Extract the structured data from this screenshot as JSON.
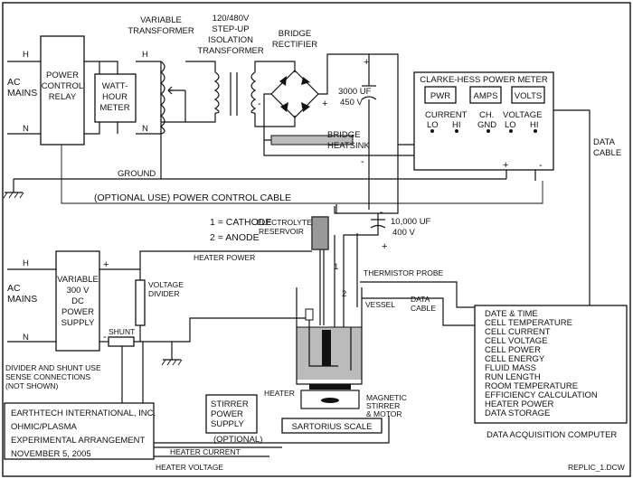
{
  "labels": {
    "h_top": "H",
    "ac_mains_top": [
      "AC",
      "MAINS"
    ],
    "n_top": "N",
    "power_control_relay": [
      "POWER",
      "CONTROL",
      "RELAY"
    ],
    "watt_hour_meter": [
      "WATT-",
      "HOUR",
      "METER"
    ],
    "variable_transformer": [
      "VARIABLE",
      "TRANSFORMER"
    ],
    "h_vt": "H",
    "n_vt": "N",
    "isolation_transformer": [
      "120/480V",
      "STEP-UP",
      "ISOLATION",
      "TRANSFORMER"
    ],
    "bridge_rectifier": [
      "BRIDGE",
      "RECTIFIER"
    ],
    "bridge_minus": "-",
    "bridge_plus": "+",
    "cap1_plus": "+",
    "cap1": [
      "3000 UF",
      "450 V"
    ],
    "cap1_minus": "-",
    "bridge_heatsink": [
      "BRIDGE",
      "HEATSINK"
    ],
    "power_meter_title": "CLARKE-HESS POWER METER",
    "pm_pwr": "PWR",
    "pm_amps": "AMPS",
    "pm_volts": "VOLTS",
    "pm_current": [
      "CURRENT",
      "LO",
      "HI"
    ],
    "pm_ch": [
      "CH.",
      "GND"
    ],
    "pm_voltage": [
      "VOLTAGE",
      "LO",
      "HI"
    ],
    "pm_plus": "+",
    "pm_minus": "-",
    "data_cable_right": [
      "DATA",
      "CABLE"
    ],
    "ground": "GROUND",
    "power_control_cable": "(OPTIONAL USE) POWER CONTROL CABLE",
    "legend_cathode": "1 = CATHODE",
    "legend_anode": "2 = ANODE",
    "electrolyte_reservoir": [
      "ELECTROLYTE",
      "RESERVOIR"
    ],
    "cap2_minus": "-",
    "cap2": [
      "10,000 UF",
      "400 V"
    ],
    "cap2_plus": "+",
    "h_bottom": "H",
    "ac_mains_bottom": [
      "AC",
      "MAINS"
    ],
    "n_bottom": "N",
    "dc_supply": [
      "VARIABLE",
      "300 V",
      "DC",
      "POWER",
      "SUPPLY"
    ],
    "dc_plus": "+",
    "dc_minus": "-",
    "heater_power": "HEATER POWER",
    "voltage_divider": [
      "VOLTAGE",
      "DIVIDER"
    ],
    "shunt": "SHUNT",
    "divider_note": [
      "DIVIDER AND SHUNT USE",
      "SENSE CONNECTIONS",
      "(NOT SHOWN)"
    ],
    "thermistor_probe": "THERMISTOR PROBE",
    "electrode_1": "1",
    "electrode_2": "2",
    "vessel": "VESSEL",
    "data_cable_mid": [
      "DATA",
      "CABLE"
    ],
    "heater": "HEATER",
    "magnetic_stirrer": [
      "MAGNETIC",
      "STIRRER",
      "& MOTOR"
    ],
    "stirrer_supply": [
      "STIRRER",
      "POWER",
      "SUPPLY",
      "(OPTIONAL)"
    ],
    "sartorius_scale": "SARTORIUS SCALE",
    "daq_list": [
      "DATE & TIME",
      "CELL TEMPERATURE",
      "CELL CURRENT",
      "CELL VOLTAGE",
      "CELL POWER",
      "CELL ENERGY",
      "FLUID MASS",
      "RUN LENGTH",
      "ROOM TEMPERATURE",
      "EFFICIENCY CALCULATION",
      "HEATER POWER",
      "DATA STORAGE"
    ],
    "daq_title": "DATA ACQUISITION COMPUTER",
    "heater_current": "HEATER CURRENT",
    "heater_voltage": "HEATER VOLTAGE",
    "title_block": [
      "EARTHTECH INTERNATIONAL, INC.",
      "OHMIC/PLASMA",
      "EXPERIMENTAL ARRANGEMENT",
      "NOVEMBER 5, 2005"
    ],
    "filename": "REPLIC_1.DCW"
  }
}
